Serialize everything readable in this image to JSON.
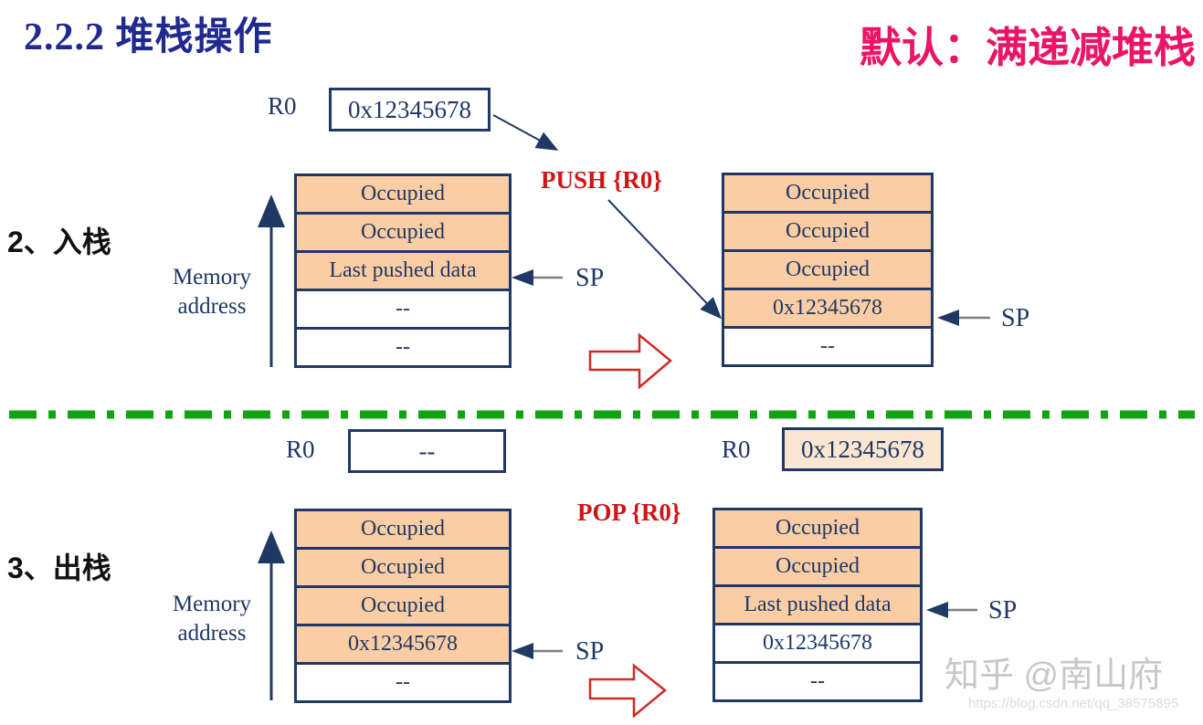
{
  "header": {
    "title": "2.2.2 堆栈操作",
    "note": "默认：满递减堆栈"
  },
  "labels": {
    "sp": "SP",
    "memory_line1": "Memory",
    "memory_line2": "address"
  },
  "push": {
    "section_label": "2、入栈",
    "register": {
      "name": "R0",
      "value": "0x12345678"
    },
    "instruction": "PUSH {R0}",
    "before_stack": {
      "cells": [
        {
          "text": "Occupied",
          "filled": true
        },
        {
          "text": "Occupied",
          "filled": true
        },
        {
          "text": "Last pushed data",
          "filled": true
        },
        {
          "text": "--",
          "filled": false
        },
        {
          "text": "--",
          "filled": false
        }
      ],
      "sp_row": 2
    },
    "after_stack": {
      "cells": [
        {
          "text": "Occupied",
          "filled": true
        },
        {
          "text": "Occupied",
          "filled": true
        },
        {
          "text": "Occupied",
          "filled": true
        },
        {
          "text": "0x12345678",
          "filled": true
        },
        {
          "text": "--",
          "filled": false
        }
      ],
      "sp_row": 3
    }
  },
  "pop": {
    "section_label": "3、出栈",
    "register_before": {
      "name": "R0",
      "value": "--"
    },
    "register_after": {
      "name": "R0",
      "value": "0x12345678"
    },
    "instruction": "POP {R0}",
    "before_stack": {
      "cells": [
        {
          "text": "Occupied",
          "filled": true
        },
        {
          "text": "Occupied",
          "filled": true
        },
        {
          "text": "Occupied",
          "filled": true
        },
        {
          "text": "0x12345678",
          "filled": true
        },
        {
          "text": "--",
          "filled": false
        }
      ],
      "sp_row": 3
    },
    "after_stack": {
      "cells": [
        {
          "text": "Occupied",
          "filled": true
        },
        {
          "text": "Occupied",
          "filled": true
        },
        {
          "text": "Last pushed data",
          "filled": true
        },
        {
          "text": "0x12345678",
          "filled": false
        },
        {
          "text": "--",
          "filled": false
        }
      ],
      "sp_row": 2
    }
  },
  "watermark": {
    "brand": "知乎 @南山府",
    "url": "https://blog.csdn.net/qq_38575895"
  },
  "colors": {
    "navy": "#1F3864",
    "title_blue": "#202A8E",
    "magenta": "#EB1468",
    "red": "#D01518",
    "green": "#12A312",
    "cell_fill": "#FACDA4",
    "register_light_fill": "#FBE6D2"
  }
}
